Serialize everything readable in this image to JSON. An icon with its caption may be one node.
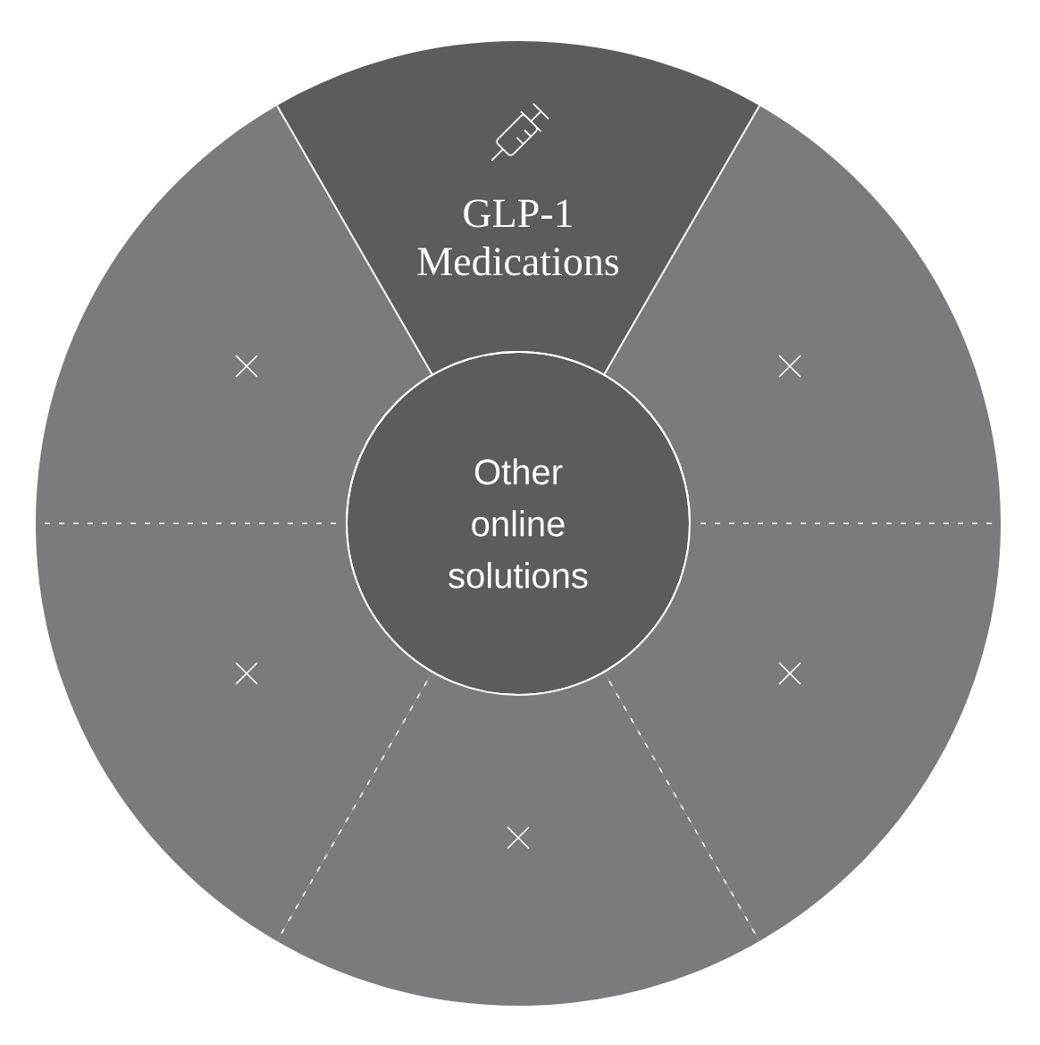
{
  "diagram": {
    "nodes": [
      {
        "text": [
          "GLP-1 Medications"
        ]
      },
      {
        "text": [],
        "shape": "sector"
      },
      {
        "text": [],
        "shape": "sector"
      },
      {
        "text": [
          "Other online solutions"
        ]
      },
      {
        "text": [],
        "shape": "sector"
      },
      {
        "text": [],
        "shape": "sector"
      },
      {
        "text": [],
        "shape": "sector"
      }
    ]
  }
}
